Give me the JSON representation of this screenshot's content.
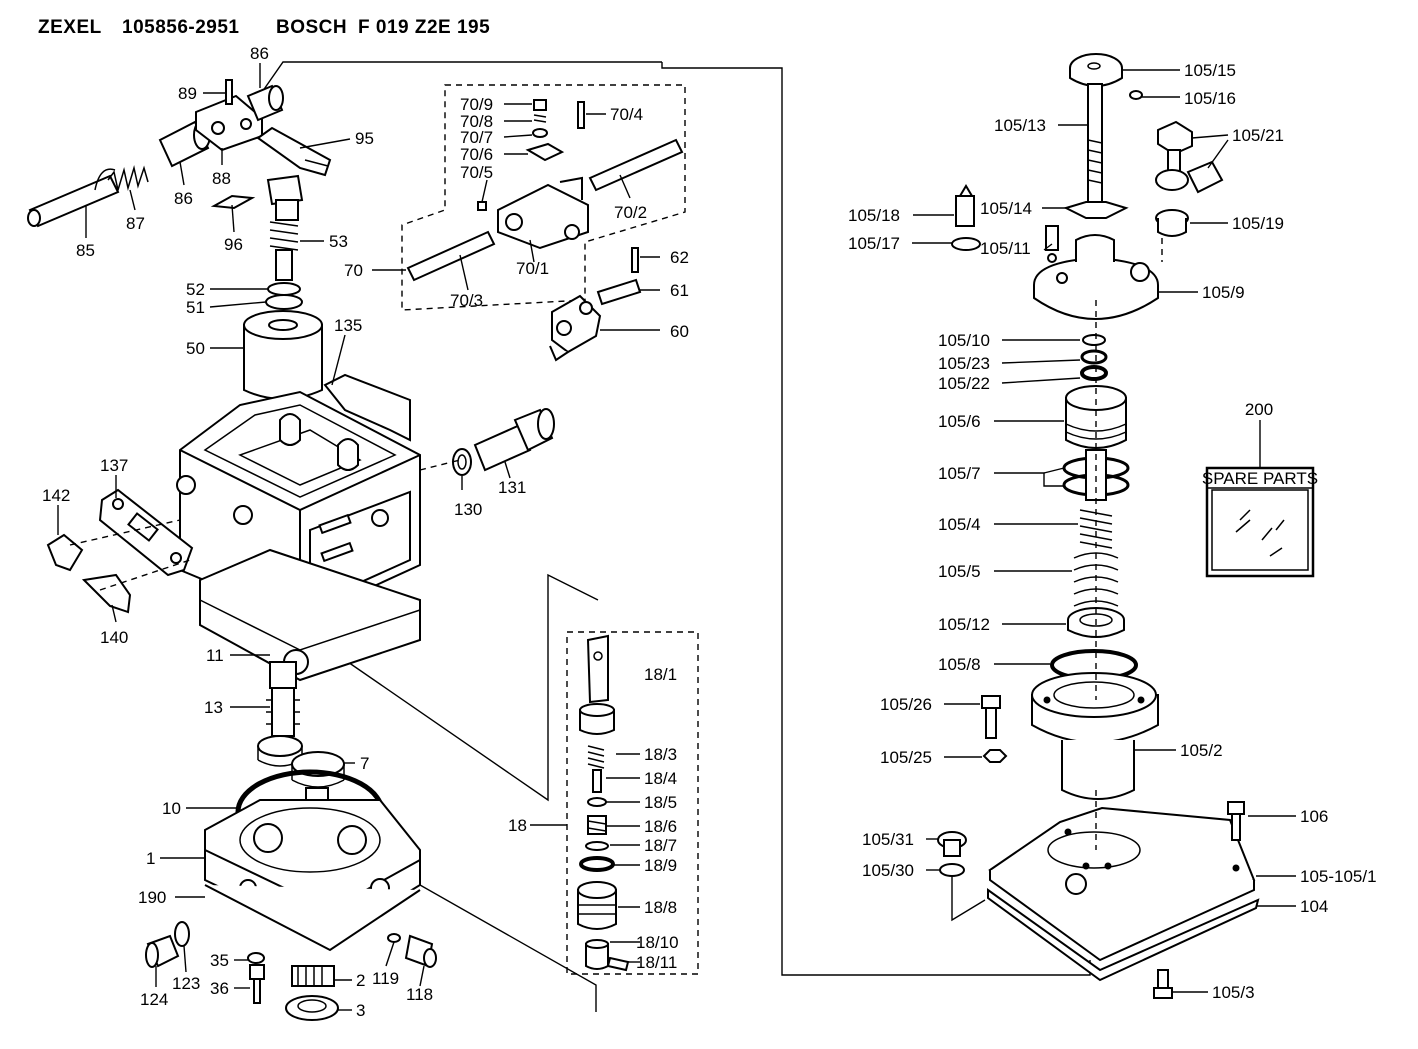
{
  "header": {
    "brand": "ZEXEL",
    "zexel_number": "105856-2951",
    "bosch_label": "BOSCH",
    "bosch_number": "F 019 Z2E 195"
  },
  "spare_parts_box": {
    "ref": "200",
    "title": "SPARE PARTS"
  },
  "callouts": {
    "c89": "89",
    "c86a": "86",
    "c95": "95",
    "c88": "88",
    "c86b": "86",
    "c87": "87",
    "c85": "85",
    "c96": "96",
    "c53": "53",
    "c52": "52",
    "c51": "51",
    "c50": "50",
    "c135": "135",
    "c70_9": "70/9",
    "c70_8": "70/8",
    "c70_7": "70/7",
    "c70_6": "70/6",
    "c70_5": "70/5",
    "c70_4": "70/4",
    "c70_2": "70/2",
    "c70": "70",
    "c70_3": "70/3",
    "c70_1": "70/1",
    "c62": "62",
    "c61": "61",
    "c60": "60",
    "c137": "137",
    "c142": "142",
    "c140": "140",
    "c130": "130",
    "c131": "131",
    "c11": "11",
    "c13": "13",
    "c7": "7",
    "c10": "10",
    "c1": "1",
    "c190": "190",
    "c124": "124",
    "c123": "123",
    "c35": "35",
    "c36": "36",
    "c2": "2",
    "c3": "3",
    "c119": "119",
    "c118": "118",
    "c18_1": "18/1",
    "c18_3": "18/3",
    "c18_4": "18/4",
    "c18_5": "18/5",
    "c18_6": "18/6",
    "c18_7": "18/7",
    "c18_9": "18/9",
    "c18": "18",
    "c18_8": "18/8",
    "c18_10": "18/10",
    "c18_11": "18/11",
    "c105_15": "105/15",
    "c105_16": "105/16",
    "c105_13": "105/13",
    "c105_21": "105/21",
    "c105_18": "105/18",
    "c105_14": "105/14",
    "c105_19": "105/19",
    "c105_17": "105/17",
    "c105_11": "105/11",
    "c105_9": "105/9",
    "c105_10": "105/10",
    "c105_23": "105/23",
    "c105_22": "105/22",
    "c105_6": "105/6",
    "c105_7": "105/7",
    "c105_4": "105/4",
    "c105_5": "105/5",
    "c105_12": "105/12",
    "c105_8": "105/8",
    "c105_26": "105/26",
    "c105_2": "105/2",
    "c105_25": "105/25",
    "c106": "106",
    "c105_31": "105/31",
    "c105_30": "105/30",
    "c105_105_1": "105-105/1",
    "c104": "104",
    "c105_3": "105/3"
  }
}
